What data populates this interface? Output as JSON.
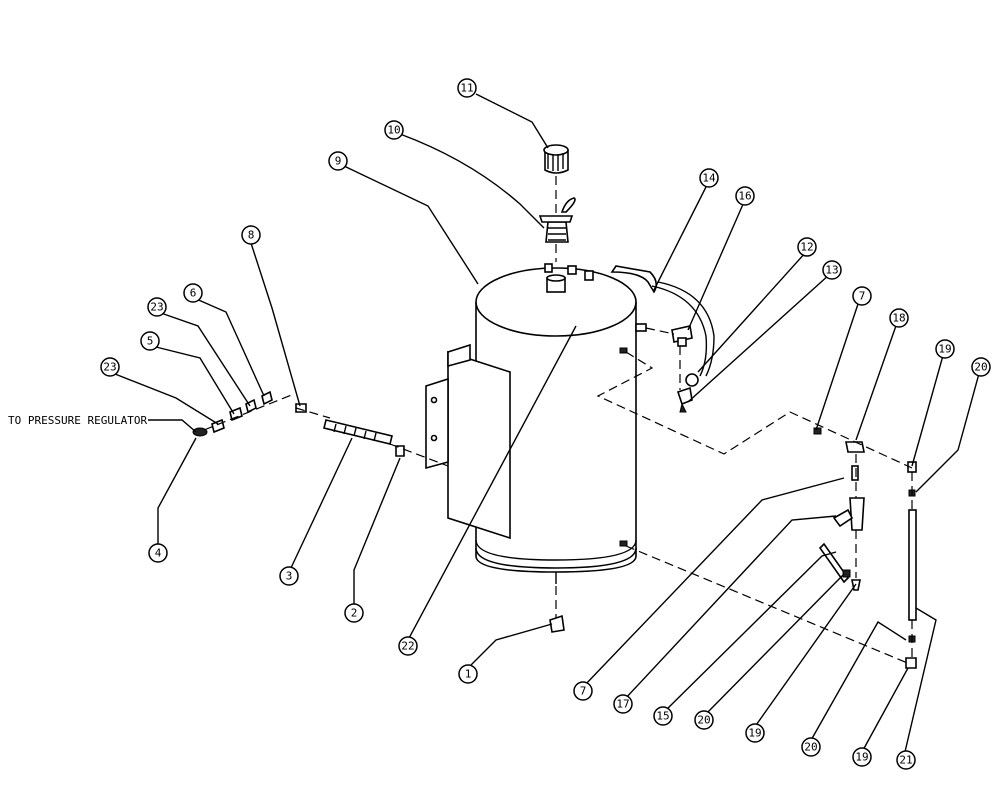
{
  "note": {
    "text": "TO PRESSURE REGULATOR"
  },
  "callouts": [
    "11",
    "10",
    "9",
    "14",
    "16",
    "12",
    "13",
    "8",
    "6",
    "23",
    "5",
    "23",
    "4",
    "3",
    "2",
    "22",
    "1",
    "7",
    "18",
    "19",
    "20",
    "7",
    "17",
    "15",
    "20",
    "19",
    "20",
    "19",
    "21"
  ]
}
